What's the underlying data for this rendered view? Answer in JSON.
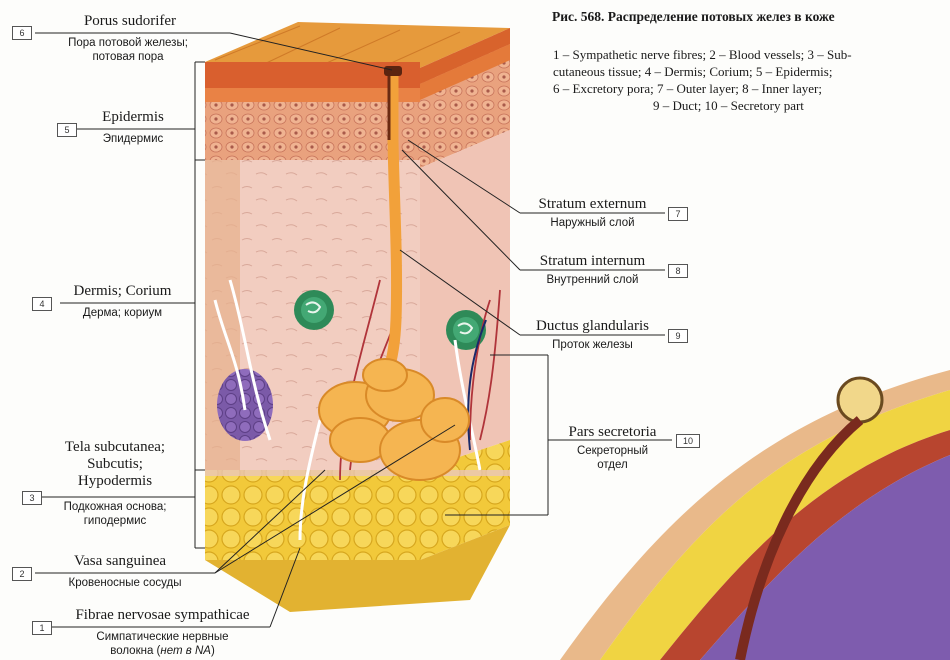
{
  "figure": {
    "title": "Рис. 568. Распределение потовых желез в коже",
    "caption": {
      "line1": "1 – Sympathetic nerve fibres; 2 – Blood vessels; 3 – Sub-",
      "line2": "cutaneous tissue; 4 – Dermis; Corium; 5 – Epidermis;",
      "line3": "6 – Excretory pora; 7 – Outer layer; 8 – Inner layer;",
      "line4": "9 – Duct; 10 – Secretory part"
    }
  },
  "labels": {
    "l6": {
      "num": "6",
      "latin": "Porus sudorifer",
      "russian1": "Пора потовой железы;",
      "russian2": "потовая пора"
    },
    "l5": {
      "num": "5",
      "latin": "Epidermis",
      "russian1": "Эпидермис"
    },
    "l4": {
      "num": "4",
      "latin": "Dermis; Corium",
      "russian1": "Дерма; кориум"
    },
    "l3": {
      "num": "3",
      "latin1": "Tela subcutanea;",
      "latin2": "Subcutis;",
      "latin3": "Hypodermis",
      "russian1": "Подкожная основа;",
      "russian2": "гиподермис"
    },
    "l2": {
      "num": "2",
      "latin": "Vasa sanguinea",
      "russian1": "Кровеносные сосуды"
    },
    "l1": {
      "num": "1",
      "latin": "Fibrae nervosae sympathicae",
      "russian1": "Симпатические нервные",
      "russian2": "волокна (",
      "russian2_italic": "нет в NA",
      "russian2_end": ")"
    },
    "l7": {
      "num": "7",
      "latin": "Stratum externum",
      "russian1": "Наружный слой"
    },
    "l8": {
      "num": "8",
      "latin": "Stratum internum",
      "russian1": "Внутренний слой"
    },
    "l9": {
      "num": "9",
      "latin": "Ductus glandularis",
      "russian1": "Проток железы"
    },
    "l10": {
      "num": "10",
      "latin": "Pars secretoria",
      "russian1": "Секреторный",
      "russian2": "отдел"
    }
  }
}
